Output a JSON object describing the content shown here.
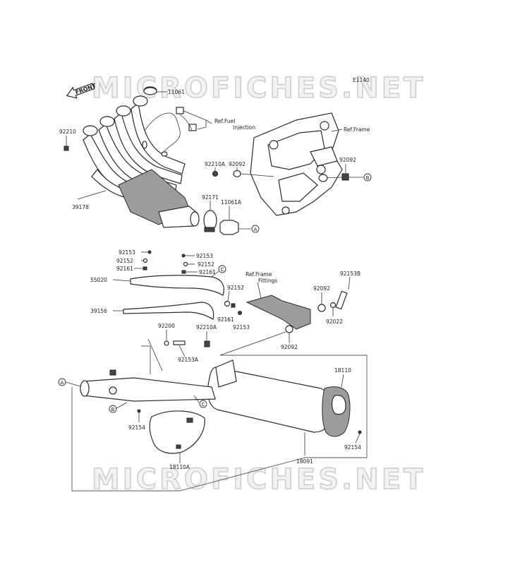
{
  "watermark": {
    "top": "MICROFICHES.NET",
    "bottom": "MICROFICHES.NET"
  },
  "diagram_code": "E1140",
  "front_label": "FRONT",
  "refs": {
    "fuel_injection_line1": "Ref.Fuel",
    "fuel_injection_line2": "Injection",
    "frame": "Ref.Frame",
    "frame_fittings_line1": "Ref.Frame",
    "frame_fittings_line2": "Fittings"
  },
  "callout_letters": {
    "a": "A",
    "b": "B",
    "c": "C"
  },
  "parts": {
    "p11061": "11061",
    "p92210": "92210",
    "p39178": "39178",
    "p92210A_top": "92210A",
    "p92092_top": "92092",
    "p92171": "92171",
    "p11061A": "11061A",
    "p92092_right": "92092",
    "p92153_a": "92153",
    "p92152_a": "92152",
    "p92161_a": "92161",
    "p92153_b": "92153",
    "p92152_b": "92152",
    "p92161_b": "92161",
    "p55020": "55020",
    "p39156": "39156",
    "p92152_c": "92152",
    "p92161_c": "92161",
    "p92153_c": "92153",
    "p92200": "92200",
    "p92210A_mid": "92210A",
    "p92153A": "92153A",
    "p92092_mid1": "92092",
    "p92153B": "92153B",
    "p92022": "92022",
    "p92092_mid2": "92092",
    "p18110": "18110",
    "p92154_left": "92154",
    "p92154_right": "92154",
    "p18110A": "18110A",
    "p18091": "18091"
  }
}
